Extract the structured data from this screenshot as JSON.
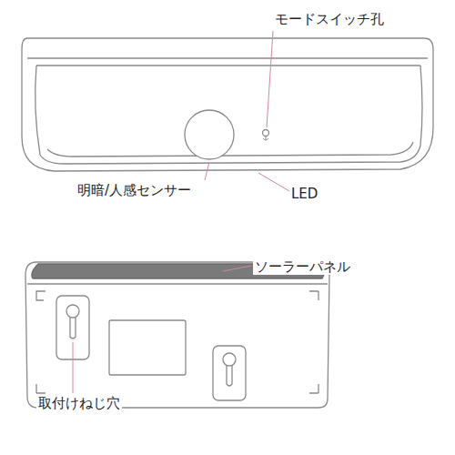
{
  "diagram": {
    "labels": [
      "モードスイッチ孔",
      "明暗/人感センサー",
      "LED",
      "ソーラーパネル",
      "取付けねじ穴"
    ]
  }
}
